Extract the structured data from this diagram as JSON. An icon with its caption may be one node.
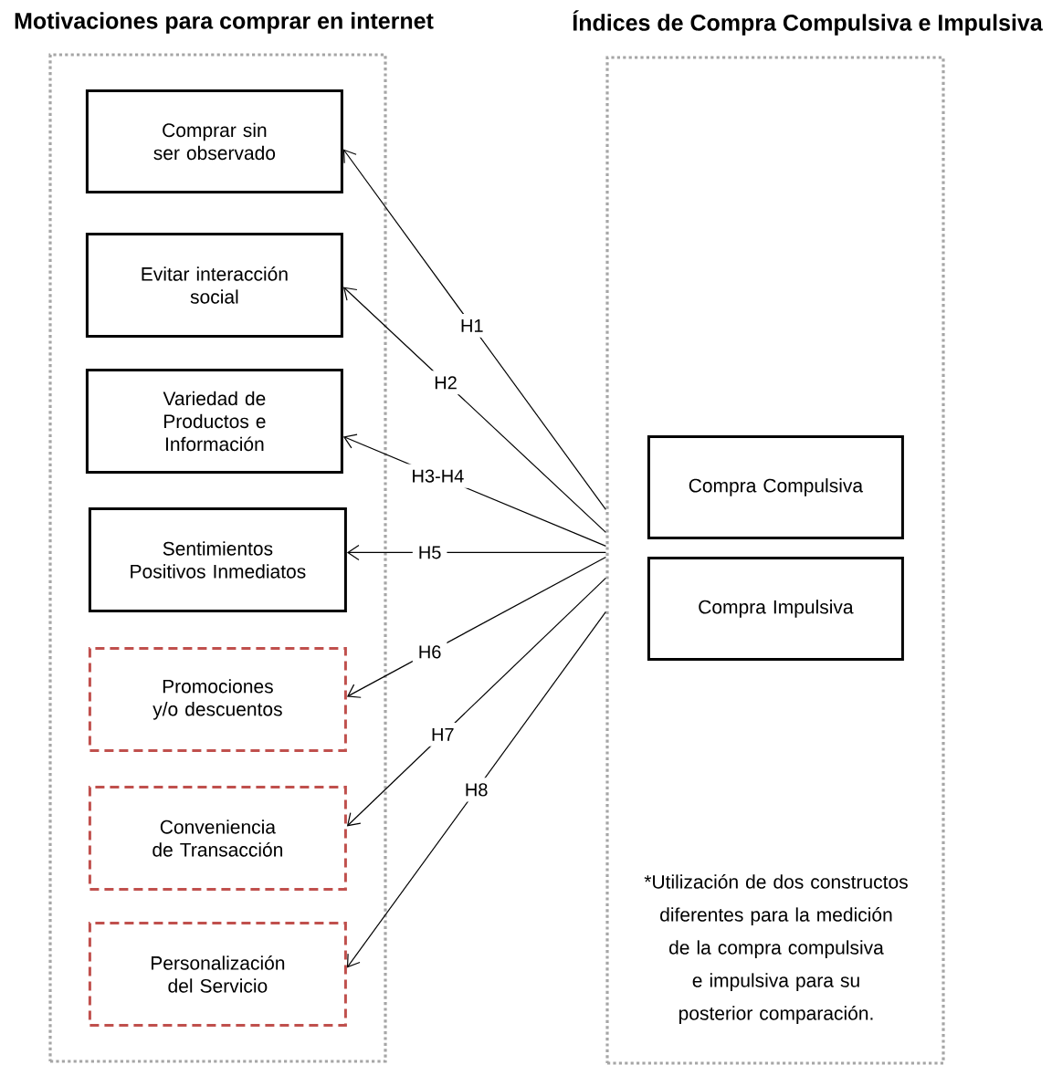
{
  "diagram": {
    "nodes": [
      {
        "text": [
          "Motivaciones para comprar en internet"
        ]
      },
      {
        "text": [
          "Comprar sin ser observado"
        ],
        "in": 0
      },
      {
        "text": [
          "Evitar interacción social"
        ],
        "in": 0
      },
      {
        "text": [
          "Variedad de Productos e Información"
        ],
        "in": 0
      },
      {
        "text": [
          "Sentimientos Positivos Inmediatos"
        ],
        "in": 0
      },
      {
        "text": [
          "Promociones y/o descuentos"
        ],
        "in": 0
      },
      {
        "text": [
          "Conveniencia de Transacción"
        ],
        "in": 0
      },
      {
        "text": [
          "Personalización del Servicio"
        ],
        "in": 0
      },
      {
        "text": [
          "Índices de Compra Compulsiva e Impulsiva",
          "*Utilización de dos constructos diferentes para la medición de la compra compulsiva e impulsiva para su posterior comparación."
        ]
      },
      {
        "text": [
          "Compra Compulsiva"
        ],
        "in": 8
      },
      {
        "text": [
          "Compra Impulsiva"
        ],
        "in": 8
      }
    ],
    "edges": [
      {
        "from": 8,
        "to": 1,
        "arrow": "to",
        "label": "H1"
      },
      {
        "from": 8,
        "to": 2,
        "arrow": "to",
        "label": "H2"
      },
      {
        "from": 8,
        "to": 3,
        "arrow": "to",
        "label": "H3-H4"
      },
      {
        "from": 8,
        "to": 4,
        "arrow": "to",
        "label": "H5"
      },
      {
        "from": 8,
        "to": 5,
        "arrow": "to",
        "label": "H6"
      },
      {
        "from": 8,
        "to": 6,
        "arrow": "to",
        "label": "H7"
      },
      {
        "from": 8,
        "to": 7,
        "arrow": "to",
        "label": "H8"
      }
    ]
  }
}
